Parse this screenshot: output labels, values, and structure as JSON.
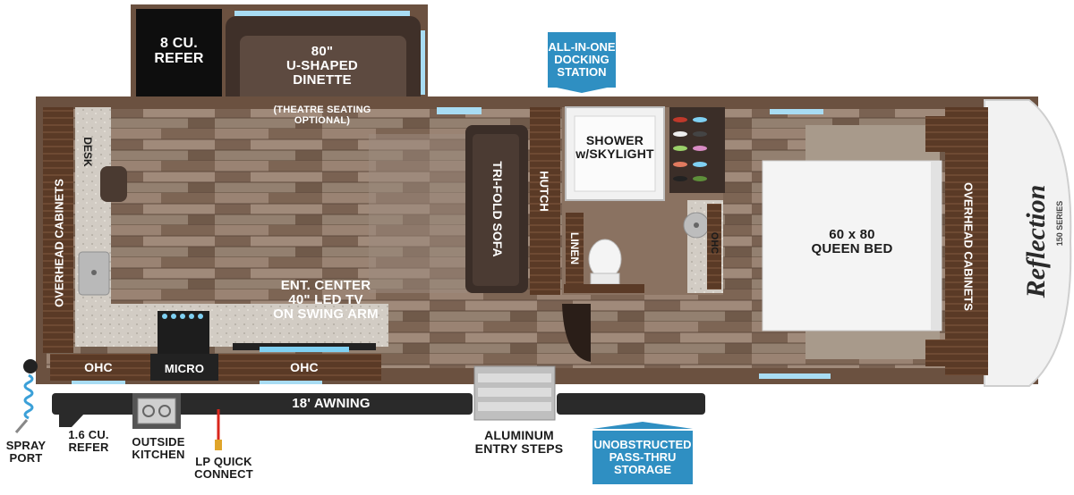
{
  "labels": {
    "refer_8cu": "8 CU.\nREFER",
    "dinette": "80\"\nU-SHAPED\nDINETTE",
    "dinette_note": "(THEATRE SEATING\nOPTIONAL)",
    "docking_station": "ALL-IN-ONE\nDOCKING\nSTATION",
    "shower": "SHOWER\nw/SKYLIGHT",
    "desk": "DESK",
    "overhead_cabinets_left": "OVERHEAD CABINETS",
    "overhead_cabinets_right": "OVERHEAD CABINETS",
    "tri_fold_sofa": "TRI-FOLD SOFA",
    "hutch": "HUTCH",
    "linen": "LINEN",
    "ohc_bath": "OHC",
    "queen_bed": "60 x 80\nQUEEN BED",
    "brand": "Reflection",
    "brand_series": "150 SERIES",
    "ent_center": "ENT. CENTER\n40\" LED TV\nON SWING ARM",
    "ohc_left": "OHC",
    "micro": "MICRO",
    "ohc_mid": "OHC",
    "awning": "18' AWNING",
    "spray_port": "SPRAY\nPORT",
    "refer_16cu": "1.6 CU.\nREFER",
    "outside_kitchen": "OUTSIDE\nKITCHEN",
    "lp_quick_connect": "LP QUICK\nCONNECT",
    "aluminum_entry_steps": "ALUMINUM\nENTRY STEPS",
    "pass_thru_storage": "UNOBSTRUCTED\nPASS-THRU\nSTORAGE"
  },
  "colors": {
    "wall": "#6b5140",
    "floor": "#8a7261",
    "cabinet": "#5a3a26",
    "counter": "#cfc8bf",
    "sofa": "#3b2e28",
    "bed": "#f4f4f4",
    "badge": "#2f8fc2",
    "window": "#a8dcf3",
    "awning": "#2a2a2a",
    "lp_line": "#d9261c"
  },
  "icons": {
    "range_burners": "stovetop-icon",
    "sink": "sink-icon",
    "toilet": "toilet-icon",
    "lavatory": "bath-sink-icon",
    "spray_hose": "coiled-hose-icon"
  }
}
